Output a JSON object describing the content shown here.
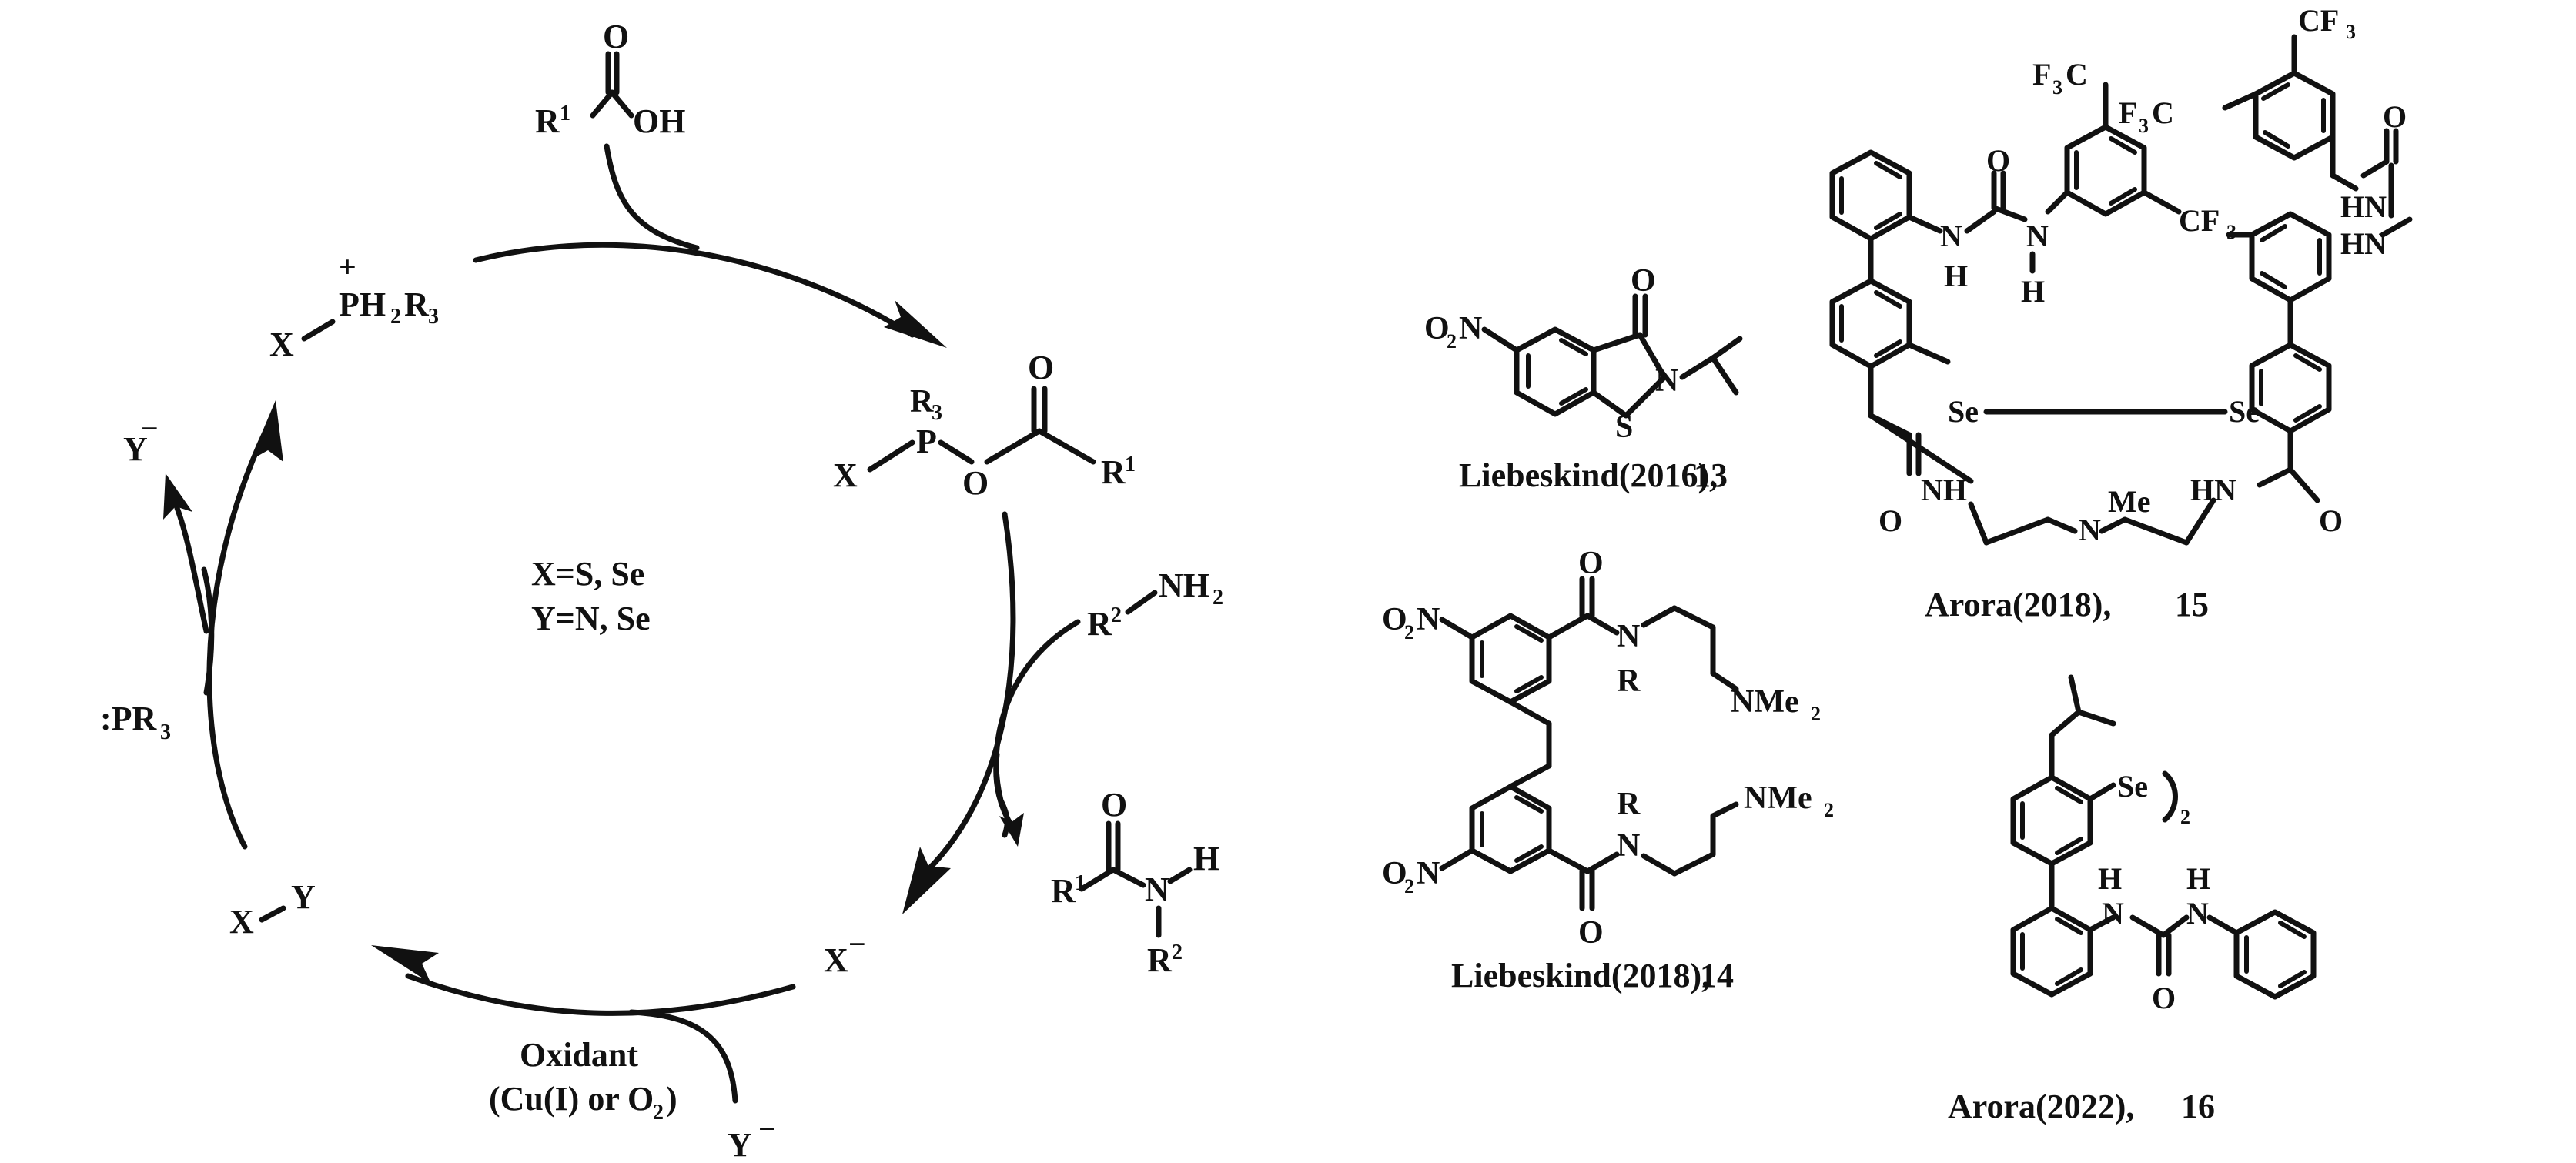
{
  "cycle": {
    "reagent_acid": {
      "r": "R",
      "sup": "1",
      "oh": "OH",
      "o": "O"
    },
    "intermediate_acyloxy": {
      "r3": "R",
      "r3_sub": "3",
      "p": "P",
      "x": "X",
      "o_bridge": "O",
      "o_carbonyl": "O",
      "r1": "R",
      "r1_sup": "1"
    },
    "amine": {
      "r": "R",
      "sup": "2",
      "nh": "NH",
      "nh_sub": "2"
    },
    "amide_product": {
      "o": "O",
      "r1": "R",
      "r1_sup": "1",
      "n": "N",
      "h": "H",
      "r2": "R",
      "r2_sup": "2"
    },
    "x_minus": {
      "x": "X",
      "charge": "−"
    },
    "x_y": {
      "x": "X",
      "y": "Y"
    },
    "phosphine": {
      "label": ":PR",
      "sub": "3"
    },
    "y_minus_left": {
      "y": "Y",
      "charge": "−"
    },
    "phosphonium": {
      "x": "X",
      "plus": "+",
      "label": "PH",
      "sub1": "2",
      "r": "R",
      "sub2": "3"
    },
    "conditions_center": [
      "X=S, Se",
      "Y=N, Se"
    ],
    "oxidant": {
      "line1": "Oxidant",
      "line2_a": "(Cu(I) or O",
      "line2_sub": "2"
    },
    "y_minus_bottom": {
      "y": "Y",
      "charge": "−"
    }
  },
  "compounds": {
    "c13": {
      "no2": "O",
      "no2_sub": "2",
      "no2_n": "N",
      "o": "O",
      "n": "N",
      "s": "S",
      "caption": "Liebeskind(2016), ",
      "number": "13"
    },
    "c14": {
      "no2_a": "O",
      "no2_sub": "2",
      "no2_n": "N",
      "o_top": "O",
      "n_top": "N",
      "r_top": "R",
      "nme2_top": "NMe",
      "nme2_sub": "2",
      "nme2_bottom": "NMe",
      "r_bottom": "R",
      "n_bottom": "N",
      "o_bottom": "O",
      "caption": "Liebeskind(2018), ",
      "number": "14"
    },
    "c15": {
      "cf3": "CF",
      "cf3_sub": "3",
      "f3c": "F",
      "f3c_sub": "3",
      "f3c_c": "C",
      "o": "O",
      "hn": "HN",
      "n": "N",
      "h": "H",
      "se": "Se",
      "nh": "NH",
      "me": "Me",
      "caption": "Arora(2018), ",
      "number": "15"
    },
    "c16": {
      "se": "Se",
      "sub2": "2",
      "n": "N",
      "h": "H",
      "o": "O",
      "caption": "Arora(2022), ",
      "number": "16"
    }
  }
}
